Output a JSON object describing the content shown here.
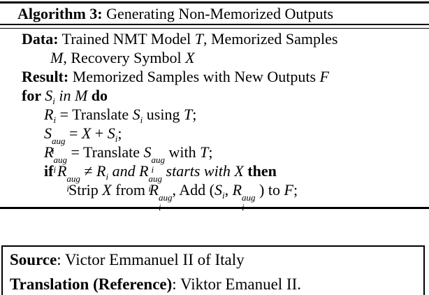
{
  "algorithm": {
    "caption": {
      "label": "Algorithm 3:",
      "title": " Generating Non-Memorized Outputs"
    },
    "data_line1": {
      "keyword": "Data:",
      "t1": " Trained NMT Model ",
      "v1": "T",
      "t2": ", Memorized Samples"
    },
    "data_line2": {
      "v1": "M",
      "t1": ", Recovery Symbol ",
      "v2": "X"
    },
    "result_line": {
      "keyword": "Result:",
      "t1": " Memorized Samples with New Outputs ",
      "v1": "F"
    },
    "for_line": {
      "kw1": "for ",
      "base1": "S",
      "sub1": "i",
      "t1": " in ",
      "v1": "M",
      "kw2": " do"
    },
    "line_translate": {
      "base1": "R",
      "sub1": "i",
      "t1": " = Translate ",
      "base2": "S",
      "sub2": "i",
      "t2": " using ",
      "v1": "T",
      "t3": ";"
    },
    "line_saug": {
      "base1": "S",
      "sup1": "aug",
      "sub1": "i",
      "t1": " = ",
      "v1": "X",
      "t2": " + ",
      "base2": "S",
      "sub2": "i",
      "t3": ";"
    },
    "line_raug": {
      "base1": "R",
      "sup1": "aug",
      "sub1": "i",
      "t1": " = Translate ",
      "base2": "S",
      "sup2": "aug",
      "sub2": "i",
      "t2": " with ",
      "v1": "T",
      "t3": ";"
    },
    "if_line": {
      "kw1": "if ",
      "base1": "R",
      "sup1": "aug",
      "sub1": "i",
      "t1": " ≠ ",
      "base2": "R",
      "sub2": "i",
      "t2": " and ",
      "base3": "R",
      "sup3": "aug",
      "sub3": "i",
      "t3": " starts with ",
      "v1": "X",
      "kw2": " then"
    },
    "strip_line": {
      "t1": "Strip ",
      "v1": "X",
      "t2": " from ",
      "base1": "R",
      "sup1": "aug",
      "sub1": "i",
      "t3": ", Add (",
      "base2": "S",
      "sub2": "i",
      "t4": ", ",
      "base3": "R",
      "sup3": "aug",
      "sub3": "i",
      "t5": " ) to ",
      "v2": "F",
      "t6": ";"
    }
  },
  "example_box": {
    "source_label": "Source",
    "source_text": ": Victor Emmanuel II of Italy",
    "translation_label": "Translation (Reference)",
    "translation_text": ": Viktor Emanuel II."
  },
  "colors": {
    "text": "#000000",
    "background": "#ffffff"
  }
}
